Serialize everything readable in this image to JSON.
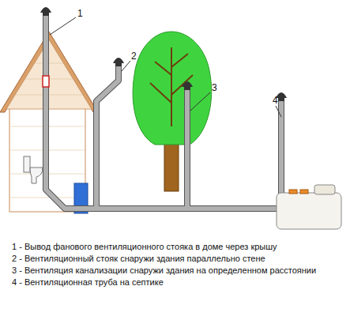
{
  "diagram": {
    "labels": [
      "1",
      "2",
      "3",
      "4",
      "1 - Вывод фанового вентиляционного стояка в доме через крышу",
      "2 - Вентиляционный стояк снаружи здания параллельно стене",
      "3 - Вентиляция канализации снаружи здания на определенном расстоянии",
      "4 - Вентиляционная труба на септике"
    ]
  }
}
